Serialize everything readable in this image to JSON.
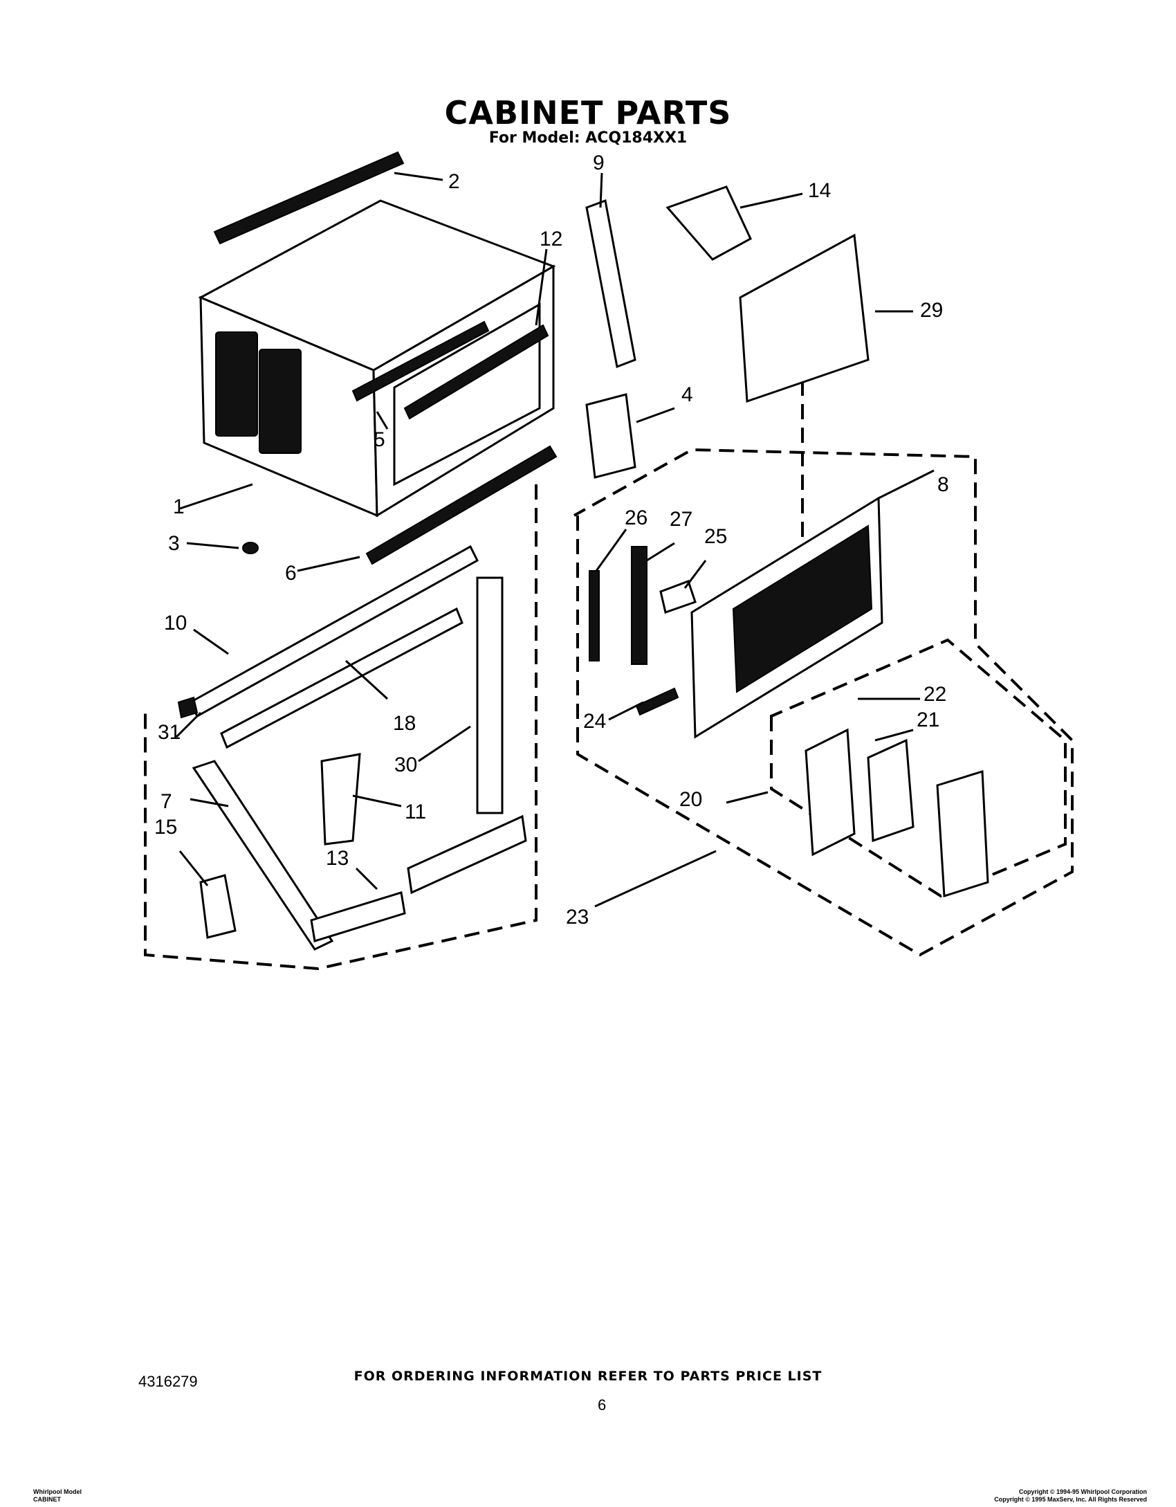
{
  "page": {
    "title": "CABINET PARTS",
    "subtitle": "For Model: ACQ184XX1",
    "ordering_note": "FOR ORDERING INFORMATION REFER TO PARTS PRICE LIST",
    "document_number": "4316279",
    "page_number": "6",
    "footer_left": [
      "Whirlpool Model",
      "CABINET"
    ],
    "footer_right": [
      "Copyright © 1994-95 Whirlpool Corporation",
      "Copyright © 1995 MaxServ, Inc.  All Rights Reserved"
    ]
  },
  "callouts": [
    "1",
    "2",
    "3",
    "4",
    "5",
    "6",
    "7",
    "8",
    "9",
    "10",
    "11",
    "12",
    "13",
    "14",
    "15",
    "18",
    "20",
    "21",
    "22",
    "23",
    "24",
    "25",
    "26",
    "27",
    "29",
    "30",
    "31"
  ]
}
